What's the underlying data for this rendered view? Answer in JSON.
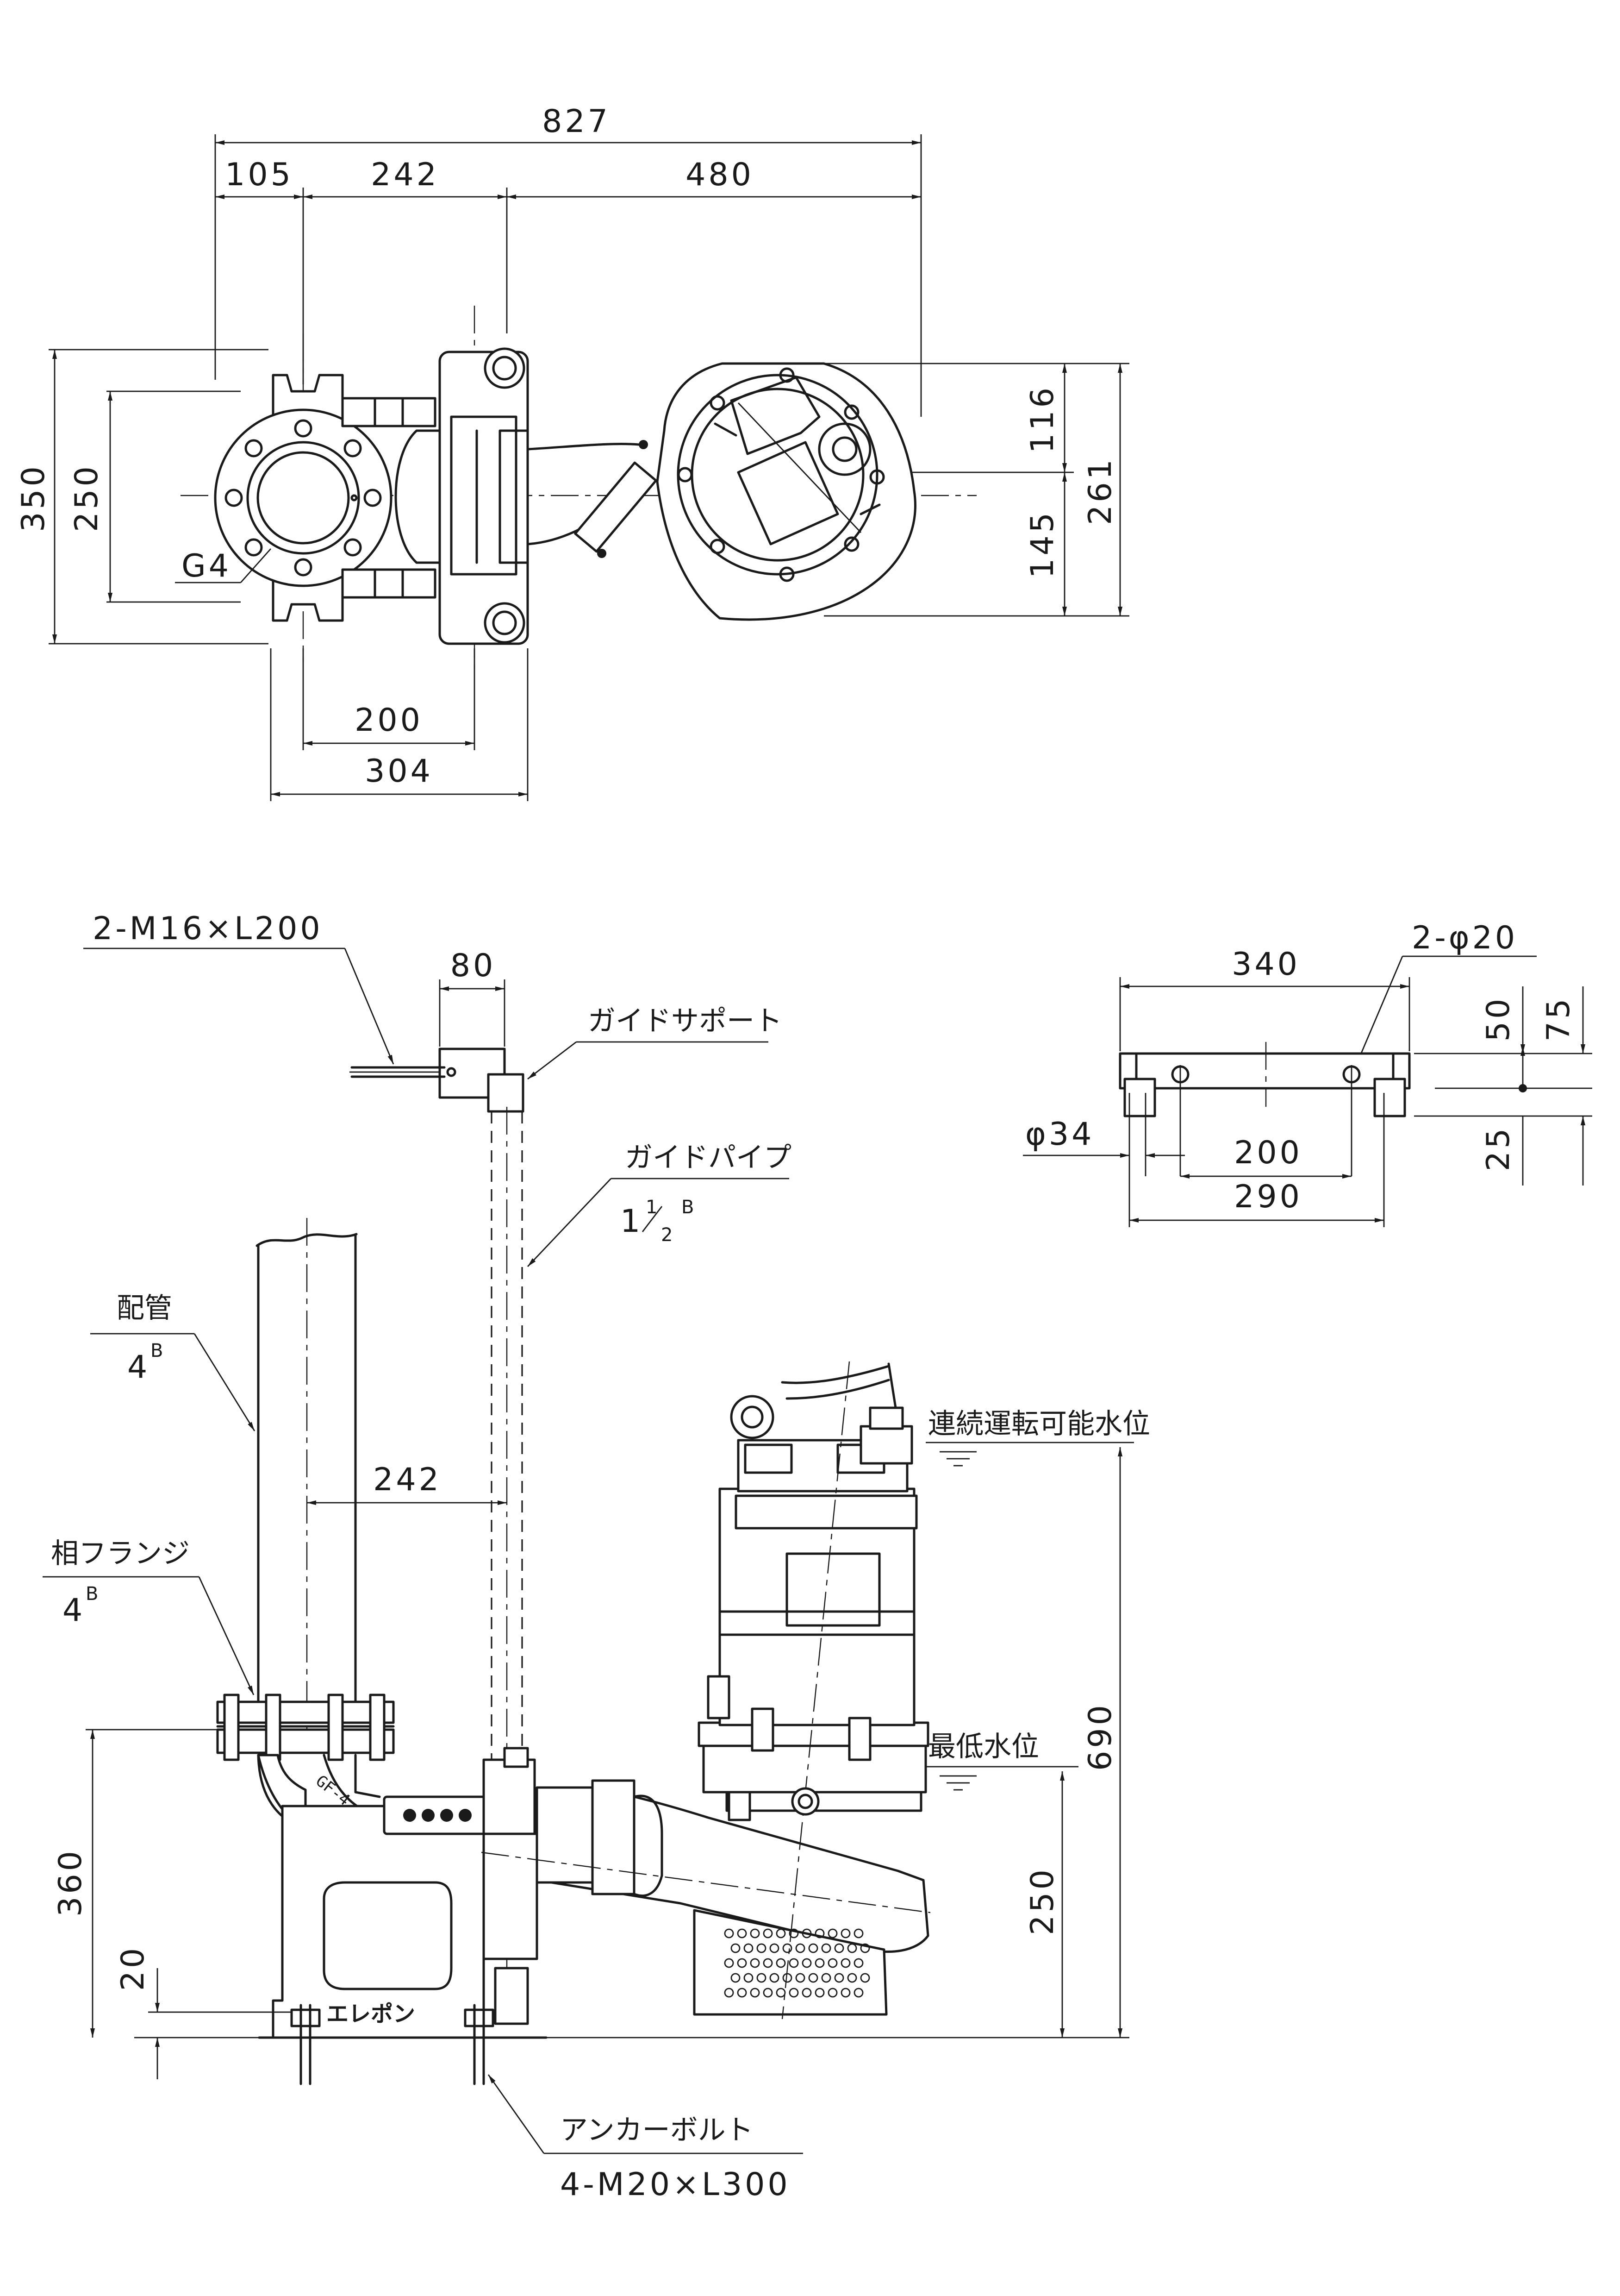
{
  "plan_view": {
    "dims": {
      "overall_length": "827",
      "seg_a": "105",
      "seg_b": "242",
      "seg_c": "480",
      "height_total": "350",
      "height_bolt": "250",
      "right_total": "261",
      "right_upper": "116",
      "right_lower": "145",
      "base_width": "304",
      "base_holes": "200"
    },
    "flange_label": "G4"
  },
  "elevation_view": {
    "bolt_label": "2-M16×L200",
    "guide_support_width": "80",
    "guide_support_label": "ガイドサポート",
    "guide_pipe_label": "ガイドパイプ",
    "guide_pipe_size_whole": "1",
    "guide_pipe_size_num": "1",
    "guide_pipe_size_den": "2",
    "guide_pipe_size_unit": "B",
    "piping_label": "配管",
    "piping_size": "4",
    "piping_unit": "B",
    "spacing": "242",
    "companion_flange_label": "相フランジ",
    "companion_flange_size": "4",
    "companion_flange_unit": "B",
    "continuous_level_label": "連続運転可能水位",
    "min_level_label": "最低水位",
    "dim_360": "360",
    "dim_20": "20",
    "dim_690": "690",
    "dim_250": "250",
    "anchor_label": "アンカーボルト",
    "anchor_spec": "4-M20×L300",
    "elbow_mark": "GF-4",
    "logo": "エレポン"
  },
  "guide_support_detail": {
    "width": "340",
    "hole_label": "2-φ20",
    "dim_50": "50",
    "dim_75": "75",
    "dim_25": "25",
    "pipe_dia": "φ34",
    "hole_pitch": "200",
    "pipe_pitch": "290"
  }
}
